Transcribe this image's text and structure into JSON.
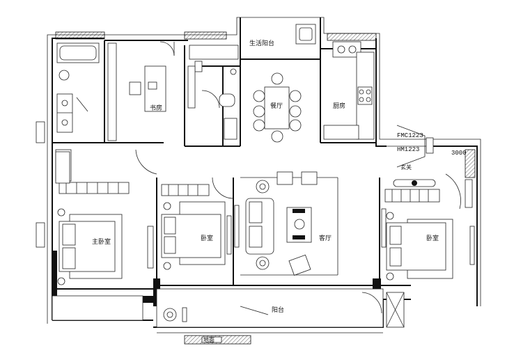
{
  "plan": {
    "rooms": {
      "study": "书房",
      "utility_balcony": "生活阳台",
      "dining": "餐厅",
      "kitchen": "厨房",
      "master_bedroom": "主卧室",
      "bedroom_middle": "卧室",
      "living_room": "客厅",
      "bedroom_right": "卧室",
      "balcony": "阳台",
      "entrance": "玄关"
    },
    "door_codes": {
      "fmc": "FMC1223",
      "hm": "HM1223"
    },
    "misc": {
      "hatch_label": "地面",
      "edge_mark": "3000"
    }
  }
}
